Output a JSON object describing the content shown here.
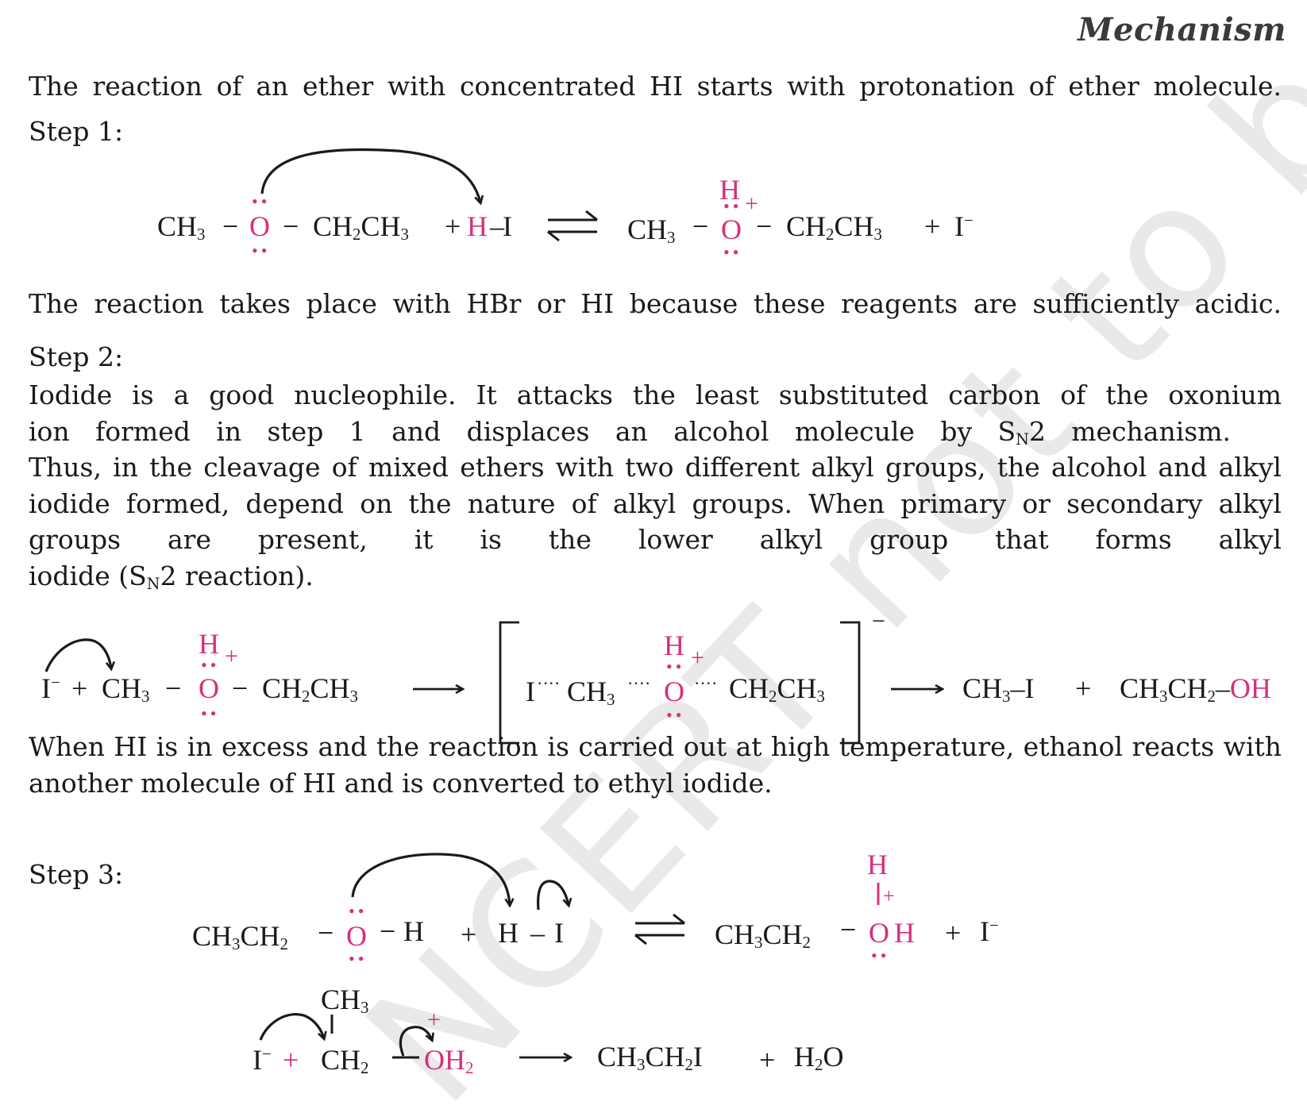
{
  "heading": "Mechanism",
  "para_intro": "The reaction of an ether with concentrated HI starts with protonation of ether molecule.",
  "step1_label": "Step 1:",
  "para_acidic": "The reaction takes place with HBr or HI because these reagents are sufficiently acidic.",
  "step2_label": "Step 2:",
  "para_step2": {
    "line1": "Iodide is a good nucleophile. It attacks the least substituted carbon of the oxonium",
    "line2a": "ion formed in step 1 and displaces an alcohol molecule by S",
    "line2_sub": "N",
    "line2b": "2 mechanism.",
    "rest": "Thus, in the cleavage of mixed ethers with two different alkyl groups, the alcohol and alkyl iodide formed, depend on the nature of alkyl groups. When primary or secondary alkyl groups are present, it is the lower alkyl group that forms alkyl",
    "last_a": "iodide (S",
    "last_sub": "N",
    "last_b": "2 reaction)."
  },
  "para_excess": "When HI is in excess and the reaction is carried out at high temperature, ethanol reacts with another molecule of HI and is converted to ethyl iodide.",
  "step3_label": "Step 3:",
  "chem": {
    "ch": "CH",
    "ch2": "CH",
    "o": "O",
    "h": "H",
    "i": "I",
    "oh": "OH",
    "h2o_h": "H",
    "h2o_o": "O",
    "sub3": "3",
    "sub2": "2",
    "plus": "+",
    "minus": "−",
    "bond": "−",
    "dash": "–",
    "charge_plus": "+",
    "charge_minus": "−",
    "ellipsis": "····",
    "dots": "••"
  },
  "watermark": "NCERT not to be republished",
  "colors": {
    "accent": "#d6307e",
    "text": "#1a1a1a",
    "heading": "#3a3a3a",
    "watermark": "#e6e6e6"
  }
}
